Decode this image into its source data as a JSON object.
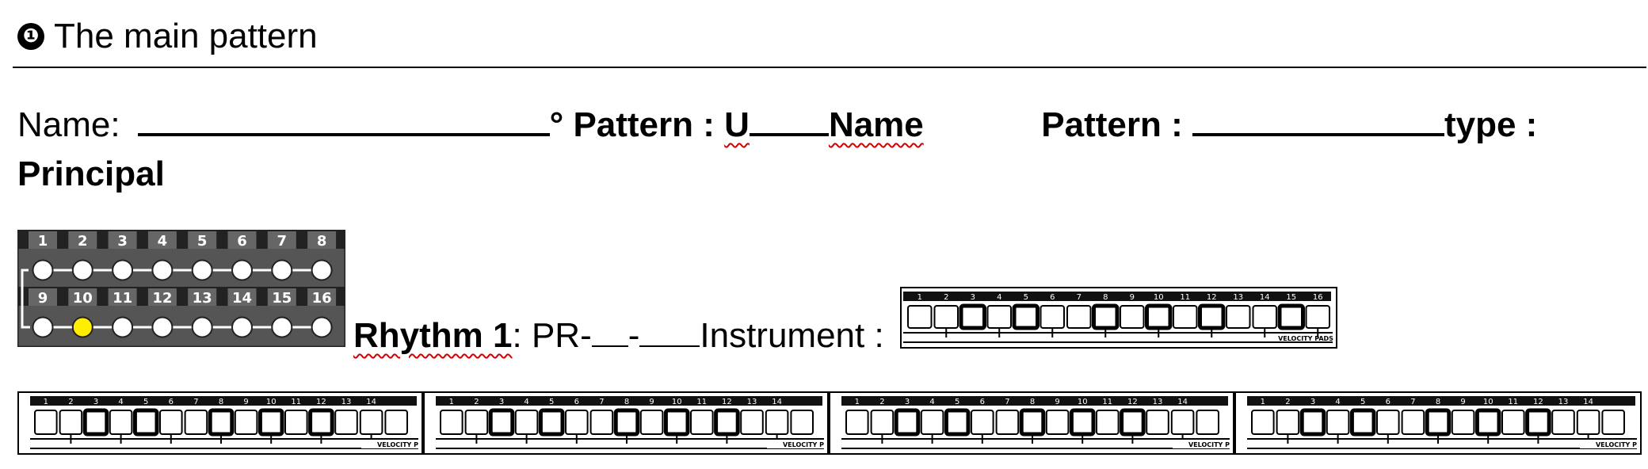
{
  "heading": {
    "bullet": "❶",
    "title": "The main pattern"
  },
  "fields": {
    "name_label": "Name:",
    "degree_mark": "°",
    "pattern_label": "Pattern :",
    "u_letter": "U",
    "name_word": "Name",
    "pattern_label_2": "Pattern :",
    "type_label": "type :",
    "type_value": "Principal"
  },
  "pad_grid": {
    "row1": [
      "1",
      "2",
      "3",
      "4",
      "5",
      "6",
      "7",
      "8"
    ],
    "row2": [
      "9",
      "10",
      "11",
      "12",
      "13",
      "14",
      "15",
      "16"
    ],
    "active_pad": 10,
    "active_color": "#ffee00",
    "body_color": "#555555"
  },
  "rhythm": {
    "label": "Rhythm 1",
    "colon": ":",
    "pr_prefix": "PR-",
    "dash": "-",
    "instrument_label": "Instrument :"
  },
  "velocity_strip": {
    "caption": "VELOCITY PADS",
    "numbers": [
      "1",
      "2",
      "3",
      "4",
      "5",
      "6",
      "7",
      "8",
      "9",
      "10",
      "11",
      "12",
      "13",
      "14",
      "15",
      "16"
    ],
    "accent_pads": [
      3,
      5,
      8,
      10,
      12,
      15
    ],
    "accent_pads_partial": [
      3,
      5,
      8,
      10,
      12
    ]
  }
}
